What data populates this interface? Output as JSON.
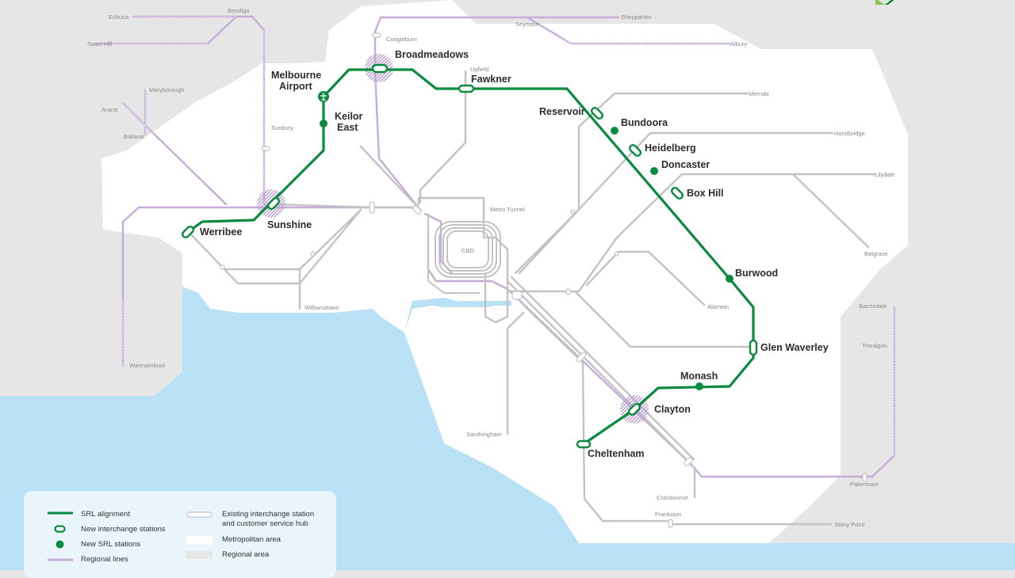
{
  "map": {
    "colors": {
      "srl": "#0a8a3e",
      "regional": "#c7acd9",
      "metro": "#c3c3c3",
      "water": "#b9e1f6",
      "metro_area": "#ffffff",
      "regional_area": "#e6e6e6"
    },
    "srl_stations": {
      "melbourne_airport": "Melbourne Airport",
      "keilor_east": "Keilor East",
      "broadmeadows": "Broadmeadows",
      "fawkner": "Fawkner",
      "reservoir": "Reservoir",
      "bundoora": "Bundoora",
      "heidelberg": "Heidelberg",
      "doncaster": "Doncaster",
      "box_hill": "Box Hill",
      "burwood": "Burwood",
      "glen_waverley": "Glen Waverley",
      "monash": "Monash",
      "clayton": "Clayton",
      "cheltenham": "Cheltenham",
      "sunshine": "Sunshine",
      "werribee": "Werribee"
    },
    "other_places": {
      "echuca": "Echuca",
      "bendigo": "Bendigo",
      "swan_hill": "Swan Hill",
      "seymour": "Seymour",
      "shepparton": "Shepparton",
      "albury": "Albury",
      "craigieburn": "Craigieburn",
      "upfield": "Upfield",
      "mernda": "Mernda",
      "hurstbridge": "Hurstbridge",
      "lilydale": "Lilydale",
      "belgrave": "Belgrave",
      "maryborough": "Maryborough",
      "ararat": "Ararat",
      "ballarat": "Ballarat",
      "sunbury": "Sunbury",
      "metro_tunnel": "Metro Tunnel",
      "cbd": "CBD",
      "williamstown": "Williamstown",
      "alamein": "Alamein",
      "warrnambool": "Warrnambool",
      "bairnsdale": "Bairnsdale",
      "traralgon": "Traralgon",
      "sandringham": "Sandringham",
      "cranbourne": "Cranbourne",
      "pakenham": "Pakenham",
      "frankston": "Frankston",
      "stony_point": "Stony Point"
    }
  },
  "legend": {
    "srl_alignment": "SRL alignment",
    "new_interchange": "New interchange stations",
    "new_srl_stations": "New SRL stations",
    "regional_lines": "Regional lines",
    "existing_interchange_1": "Existing interchange station",
    "existing_interchange_2": "and customer service hub",
    "metropolitan_area": "Metropolitan area",
    "regional_area": "Regional area"
  }
}
